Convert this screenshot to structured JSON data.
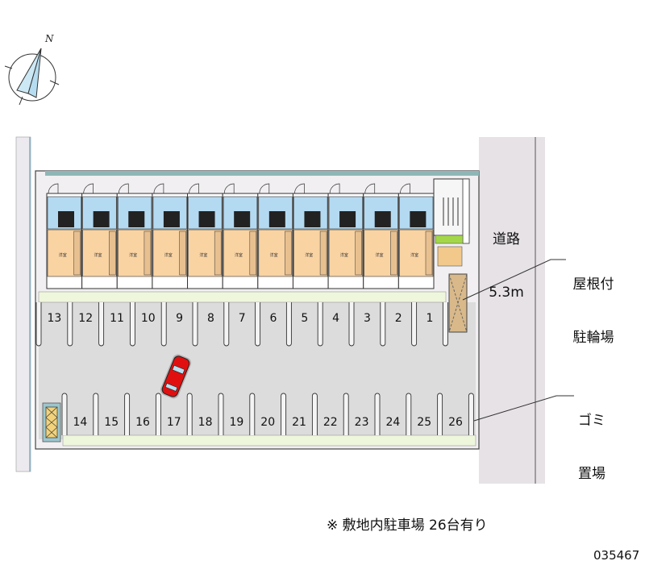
{
  "compass": {
    "north_label": "N"
  },
  "road": {
    "name": "道路",
    "width": "5.3m"
  },
  "callouts": {
    "bicycle_parking": {
      "line1": "屋根付",
      "line2": "駐輪場"
    },
    "garbage": {
      "line1": "ゴミ",
      "line2": "置場"
    }
  },
  "parking": {
    "top_row": [
      "13",
      "12",
      "11",
      "10",
      "9",
      "8",
      "7",
      "6",
      "5",
      "4",
      "3",
      "2",
      "1"
    ],
    "bottom_row": [
      "14",
      "15",
      "16",
      "17",
      "18",
      "19",
      "20",
      "21",
      "22",
      "23",
      "24",
      "25",
      "26"
    ]
  },
  "building": {
    "unit_count": 11,
    "room_label": "洋室"
  },
  "footnote": "※ 敷地内駐車場 26台有り",
  "property_id": "035467",
  "colors": {
    "road": "#e6e2e6",
    "lot": "#dcdcdc",
    "wet_area": "#b4daf2",
    "room": "#f9d3a2",
    "green": "#eef6dc",
    "car": "#e01010",
    "bike_shelter": "#d9b98a"
  }
}
